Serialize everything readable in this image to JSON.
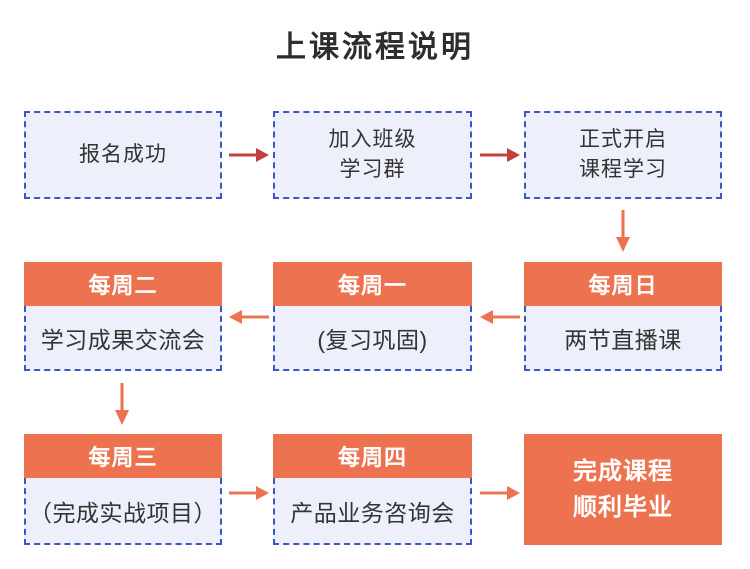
{
  "title": "上课流程说明",
  "colors": {
    "accent_orange": "#ED7350",
    "arrow_red": "#C0413D",
    "box_fill": "#EDF0FA",
    "box_border": "#3B57C7",
    "text_dark": "#333333",
    "title_text": "#2E2E2E"
  },
  "steps": {
    "row1": [
      {
        "label": "报名成功"
      },
      {
        "label": "加入班级\n学习群"
      },
      {
        "label": "正式开启\n课程学习"
      }
    ],
    "row2": [
      {
        "day": "每周二",
        "activity": "学习成果交流会"
      },
      {
        "day": "每周一",
        "activity": "(复习巩固)"
      },
      {
        "day": "每周日",
        "activity": "两节直播课"
      }
    ],
    "row3": [
      {
        "day": "每周三",
        "activity": "（完成实战项目）"
      },
      {
        "day": "每周四",
        "activity": "产品业务咨询会"
      }
    ],
    "final_label": "完成课程\n顺利毕业"
  }
}
